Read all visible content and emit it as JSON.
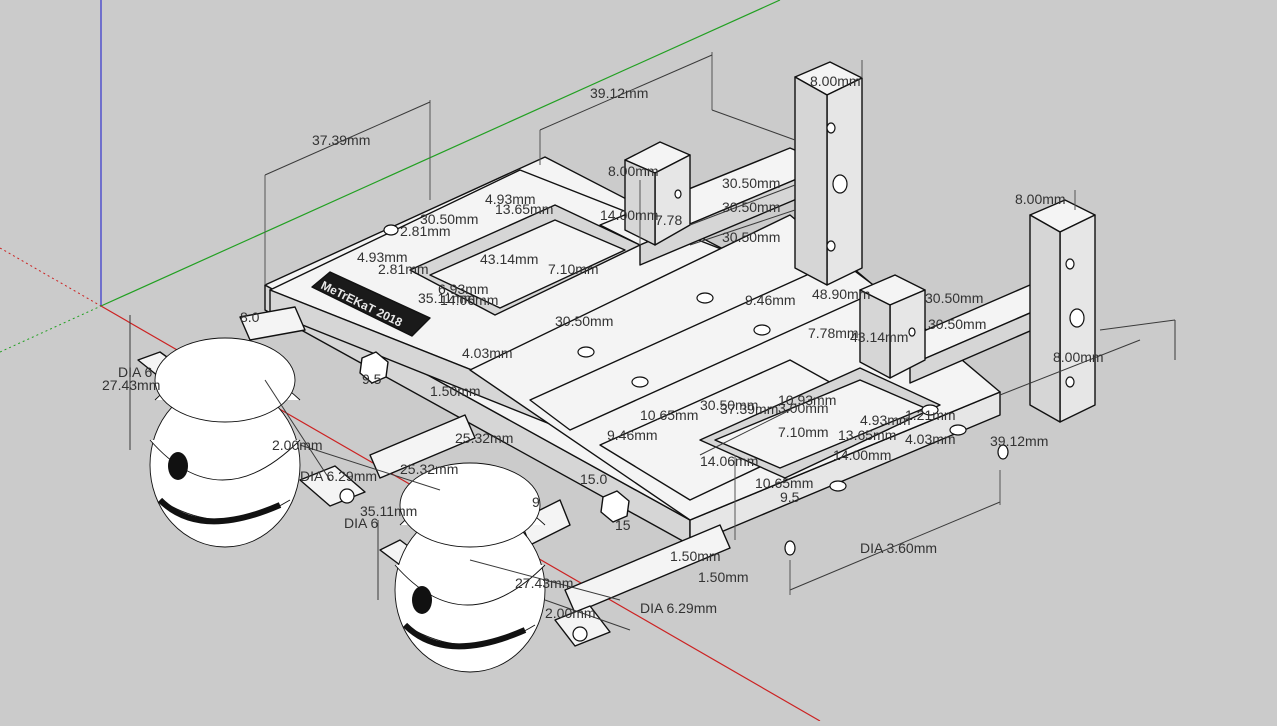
{
  "app": "SketchUp",
  "colors": {
    "background": "#cbcbcb",
    "axis_red": "#cc2222",
    "axis_green": "#22a022",
    "axis_blue": "#3333cc",
    "model_face": "#f4f4f4",
    "model_edge": "#111111",
    "dimension_text": "#333333"
  },
  "model": {
    "engraved_label": "MeTrEKaT 2018"
  },
  "dimensions": [
    {
      "id": "d01",
      "text": "39.12mm"
    },
    {
      "id": "d02",
      "text": "37.39mm"
    },
    {
      "id": "d03",
      "text": "8.00mm"
    },
    {
      "id": "d04",
      "text": "8.00mm"
    },
    {
      "id": "d05",
      "text": "8.00mm"
    },
    {
      "id": "d06",
      "text": "30.50mm"
    },
    {
      "id": "d07",
      "text": "30.50mm"
    },
    {
      "id": "d08",
      "text": "30.50mm"
    },
    {
      "id": "d09",
      "text": "30.50mm"
    },
    {
      "id": "d10",
      "text": "30.50mm"
    },
    {
      "id": "d11",
      "text": "30.50mm"
    },
    {
      "id": "d12",
      "text": "30.50mm"
    },
    {
      "id": "d13",
      "text": "30.50mm"
    },
    {
      "id": "d14",
      "text": "14.00mm"
    },
    {
      "id": "d15",
      "text": "14.00mm"
    },
    {
      "id": "d16",
      "text": "7.78mm"
    },
    {
      "id": "d17",
      "text": "7.78"
    },
    {
      "id": "d18",
      "text": "43.14mm"
    },
    {
      "id": "d19",
      "text": "43.14mm"
    },
    {
      "id": "d20",
      "text": "7.10mm"
    },
    {
      "id": "d21",
      "text": "7.10mm"
    },
    {
      "id": "d22",
      "text": "13.65mm"
    },
    {
      "id": "d23",
      "text": "13.65mm"
    },
    {
      "id": "d24",
      "text": "4.93mm"
    },
    {
      "id": "d25",
      "text": "4.93mm"
    },
    {
      "id": "d26",
      "text": "4.03mm"
    },
    {
      "id": "d27",
      "text": "4.03mm"
    },
    {
      "id": "d28",
      "text": "9.46mm"
    },
    {
      "id": "d29",
      "text": "9.46mm"
    },
    {
      "id": "d30",
      "text": "39.12mm"
    },
    {
      "id": "d31",
      "text": "8.00mm"
    },
    {
      "id": "d32",
      "text": "48.90mm"
    },
    {
      "id": "d33",
      "text": "DIA 3.60mm"
    },
    {
      "id": "d34",
      "text": "1.50mm"
    },
    {
      "id": "d35",
      "text": "1.50mm"
    },
    {
      "id": "d36",
      "text": "25.32mm"
    },
    {
      "id": "d37",
      "text": "25.32mm"
    },
    {
      "id": "d38",
      "text": "DIA 6.29mm"
    },
    {
      "id": "d39",
      "text": "DIA 6.29mm"
    },
    {
      "id": "d40",
      "text": "2.00mm"
    },
    {
      "id": "d41",
      "text": "2.00mm"
    },
    {
      "id": "d42",
      "text": "27.43mm"
    },
    {
      "id": "d43",
      "text": "27.43mm"
    },
    {
      "id": "d44",
      "text": "DIA 6"
    },
    {
      "id": "d45",
      "text": "DIA 6"
    },
    {
      "id": "d46",
      "text": "35.11mm"
    },
    {
      "id": "d47",
      "text": "35.11mm"
    },
    {
      "id": "d48",
      "text": "14.06mm"
    },
    {
      "id": "d49",
      "text": "14.06mm"
    },
    {
      "id": "d50",
      "text": "10.65mm"
    },
    {
      "id": "d51",
      "text": "10.65mm"
    },
    {
      "id": "d52",
      "text": "1.21mm"
    },
    {
      "id": "d53",
      "text": "2.81mm"
    },
    {
      "id": "d54",
      "text": "2.81mm"
    },
    {
      "id": "d55",
      "text": "37.39mm"
    },
    {
      "id": "d56",
      "text": "3.00mm"
    },
    {
      "id": "d57",
      "text": "10.93mm"
    },
    {
      "id": "d58",
      "text": "6.93mm"
    },
    {
      "id": "d59",
      "text": "4.93mm"
    },
    {
      "id": "d60",
      "text": "9.5"
    },
    {
      "id": "d61",
      "text": "9.5"
    },
    {
      "id": "d62",
      "text": "9"
    },
    {
      "id": "d63",
      "text": "15"
    },
    {
      "id": "d64",
      "text": "15.0"
    },
    {
      "id": "d65",
      "text": "1.50mm"
    },
    {
      "id": "d66",
      "text": "8.0"
    }
  ]
}
